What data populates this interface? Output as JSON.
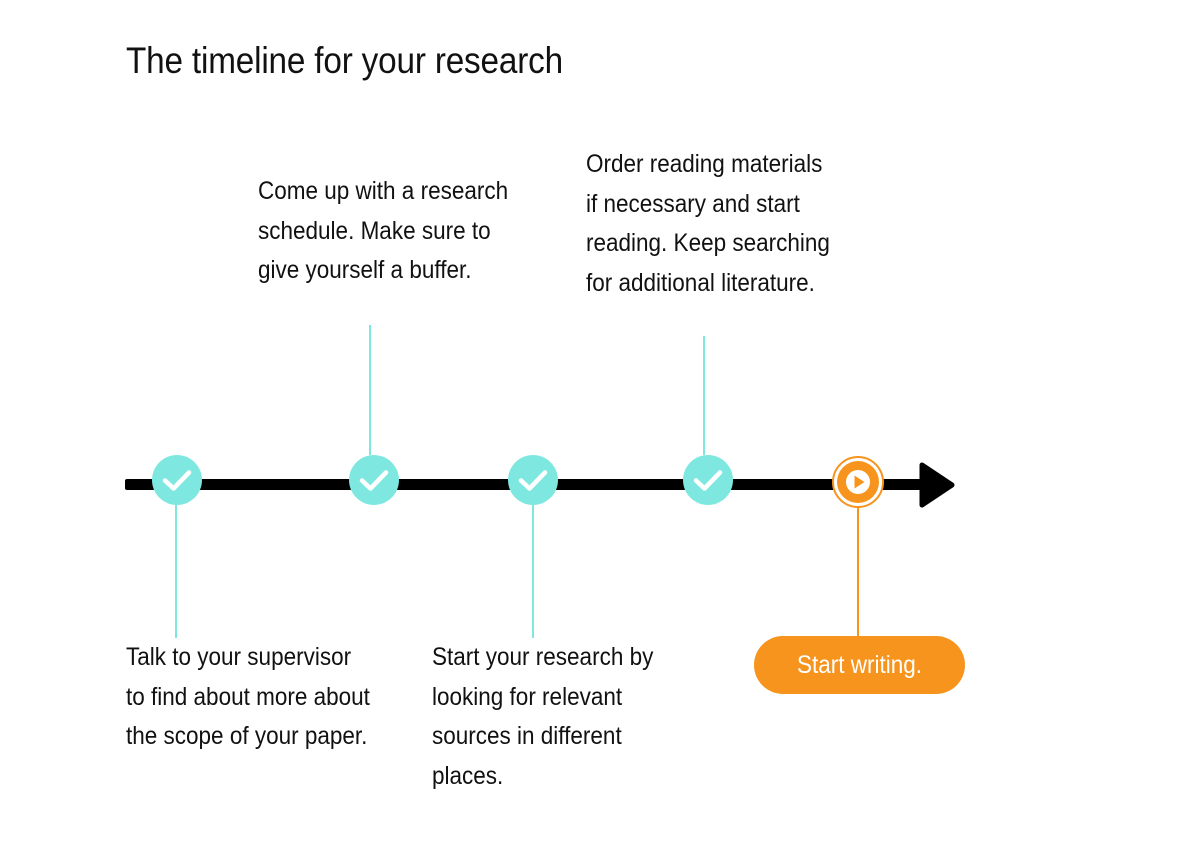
{
  "title": "The timeline for your research",
  "colors": {
    "completed": "#7ee8e0",
    "current": "#f7941d",
    "axis": "#000000"
  },
  "milestones": [
    {
      "status": "completed",
      "icon": "check-icon",
      "lines": [
        "Talk to your supervisor",
        "to find about more about",
        "the scope of your paper."
      ]
    },
    {
      "status": "completed",
      "icon": "check-icon",
      "lines": [
        "Come up with a research",
        "schedule. Make sure to",
        "give yourself a buffer."
      ]
    },
    {
      "status": "completed",
      "icon": "check-icon",
      "lines": [
        "Start your research by",
        "looking for relevant",
        "sources in different",
        "places."
      ]
    },
    {
      "status": "completed",
      "icon": "check-icon",
      "lines": [
        "Order reading materials",
        "if necessary and start",
        "reading. Keep searching",
        "for additional literature."
      ]
    },
    {
      "status": "current",
      "icon": "play-icon",
      "label": "Start writing."
    }
  ]
}
